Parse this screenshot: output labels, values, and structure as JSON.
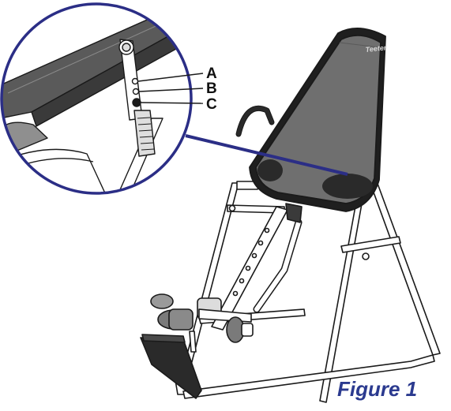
{
  "callouts": {
    "a": "A",
    "b": "B",
    "c": "C"
  },
  "figure_caption": "Figure 1",
  "logo_text": "Teeter",
  "colors": {
    "pad": "#6f6f6f",
    "pad_edge": "#1f1f1f",
    "frame": "#ffffff",
    "outline": "#1a1a1a",
    "connector": "#2b2e86",
    "caption": "#2b3a8f"
  },
  "icons": {
    "detail_magnifier": "circle-detail-icon",
    "leader": "connector-line"
  }
}
